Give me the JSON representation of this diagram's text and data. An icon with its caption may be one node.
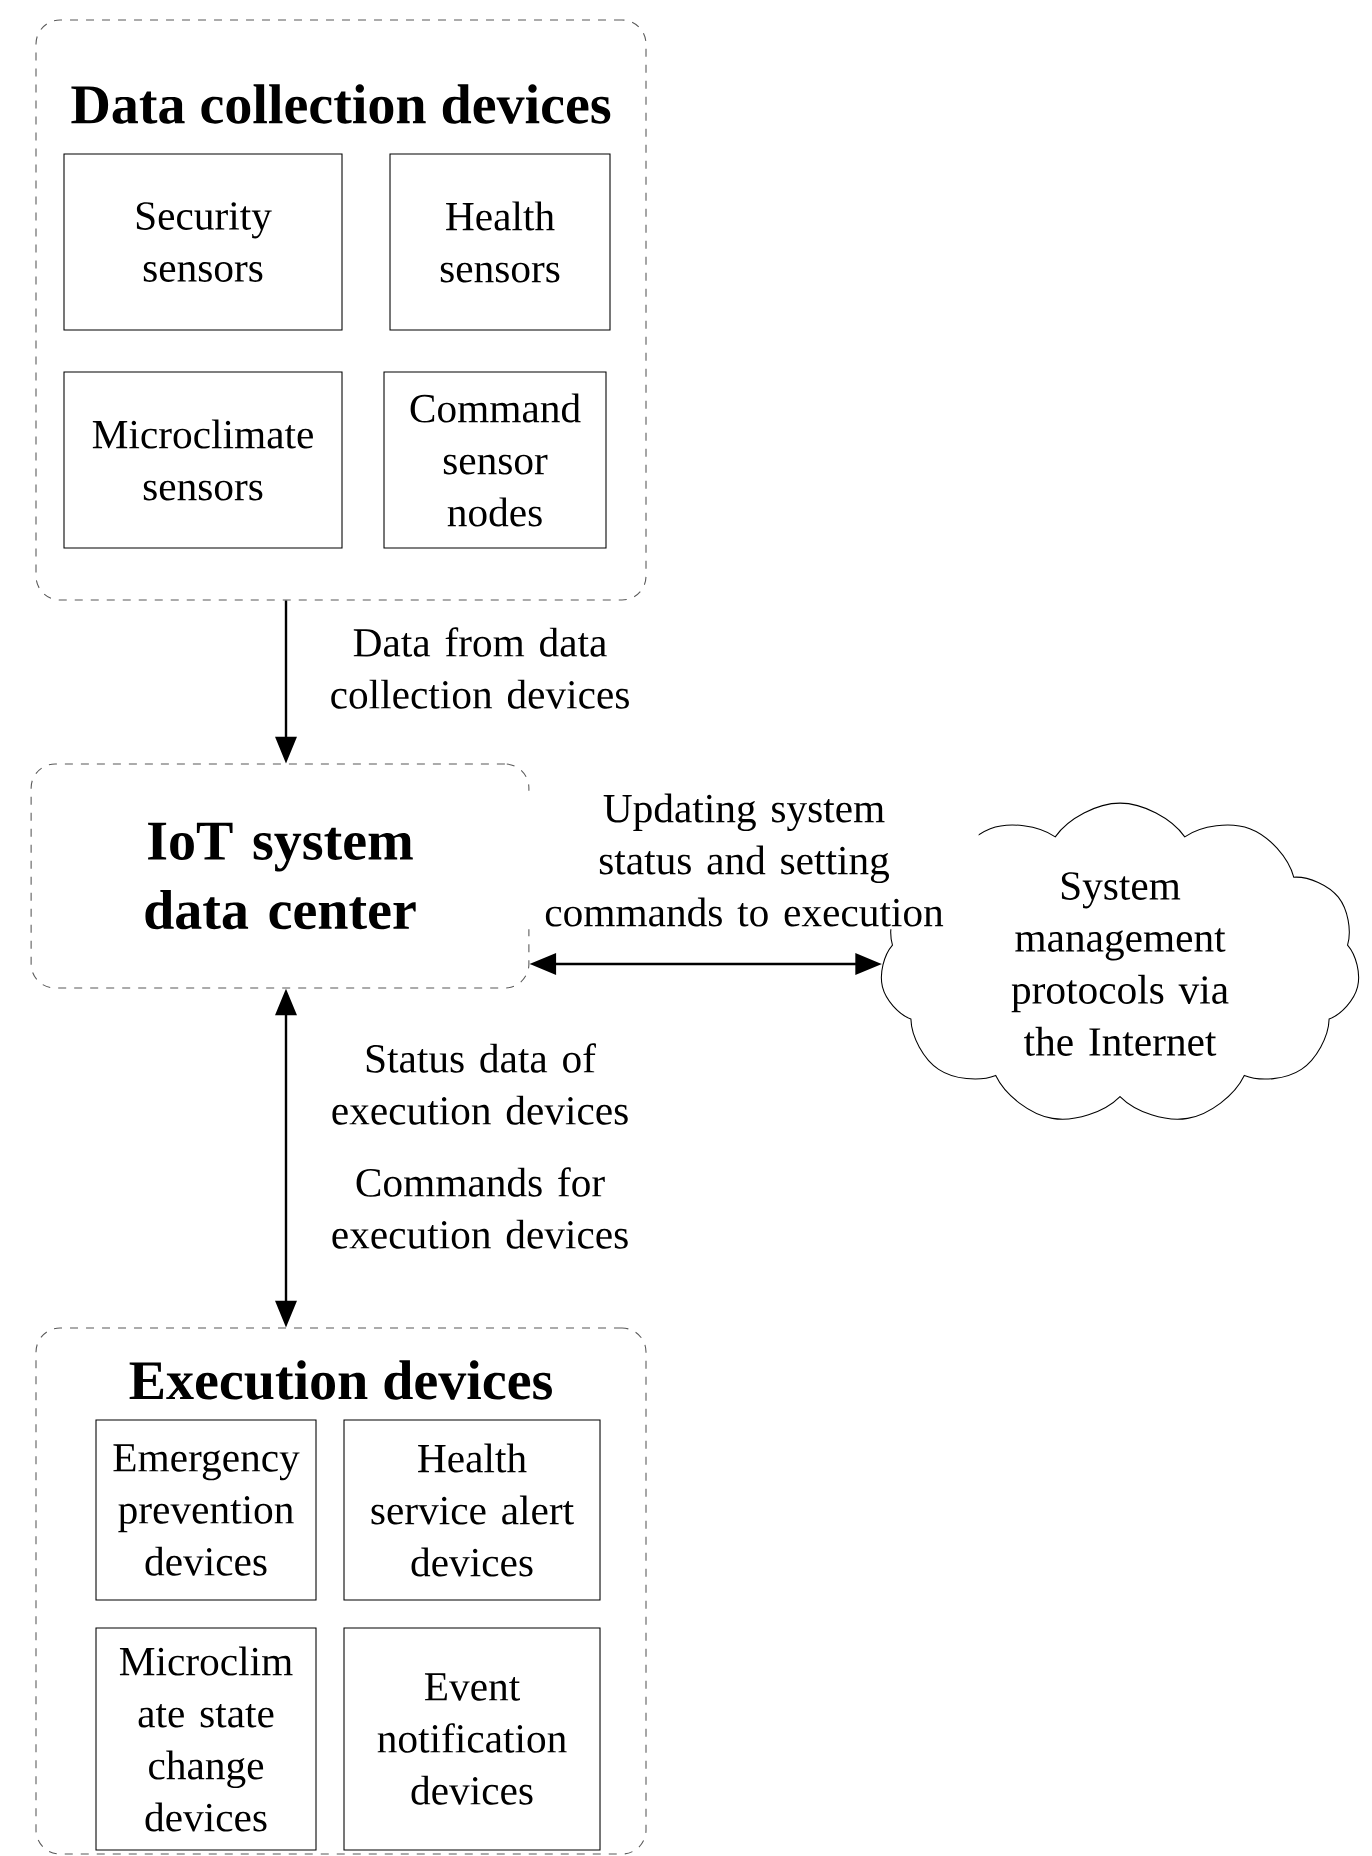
{
  "diagram": {
    "nodes": [
      {
        "text": [
          "Data collection devices"
        ]
      },
      {
        "text": [
          "Security sensors"
        ],
        "in": 0
      },
      {
        "text": [
          "Health sensors"
        ],
        "in": 0
      },
      {
        "text": [
          "Microclimate sensors"
        ],
        "in": 0
      },
      {
        "text": [
          "Command sensor nodes"
        ],
        "in": 0
      },
      {
        "text": [
          "IoT system data center"
        ]
      },
      {
        "text": [
          "System management protocols via the Internet"
        ]
      },
      {
        "text": [
          "Execution devices"
        ]
      },
      {
        "text": [
          "Emergency prevention devices"
        ],
        "in": 7
      },
      {
        "text": [
          "Health service alert devices"
        ],
        "in": 7
      },
      {
        "text": [
          "Microclim ate state change devices"
        ],
        "in": 7
      },
      {
        "text": [
          "Event notification devices"
        ],
        "in": 7
      }
    ],
    "edges": [
      {
        "from": 0,
        "to": 5,
        "arrow": "to",
        "label": "Data from data collection devices"
      },
      {
        "from": 5,
        "to": 6,
        "arrow": "both",
        "label": "Updating system status and setting commands to execution"
      },
      {
        "from": 5,
        "to": 7,
        "arrow": "both",
        "label": "Status data of execution devices"
      }
    ],
    "labels": [
      "Commands for execution devices"
    ]
  }
}
